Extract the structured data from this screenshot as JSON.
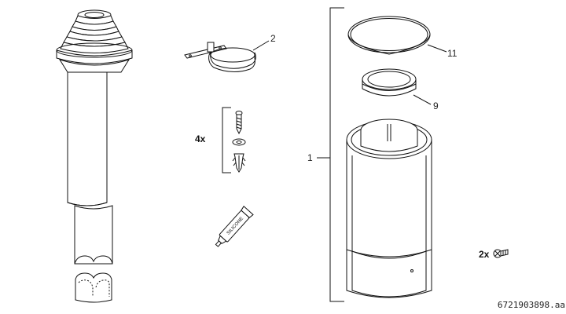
{
  "callouts": {
    "kit": "1",
    "clamp": "2",
    "small_seal": "9",
    "large_seal": "11"
  },
  "quantities": {
    "fixings": "4x",
    "screws": "2x"
  },
  "silicone_label": "SILICONE",
  "drawing_code": "6721903898.aa",
  "icons": [
    "flue-pipe",
    "wall-clamp",
    "screw",
    "washer",
    "wall-plug",
    "silicone-tube",
    "seal-ring",
    "adapter-sleeve",
    "small-screw"
  ]
}
